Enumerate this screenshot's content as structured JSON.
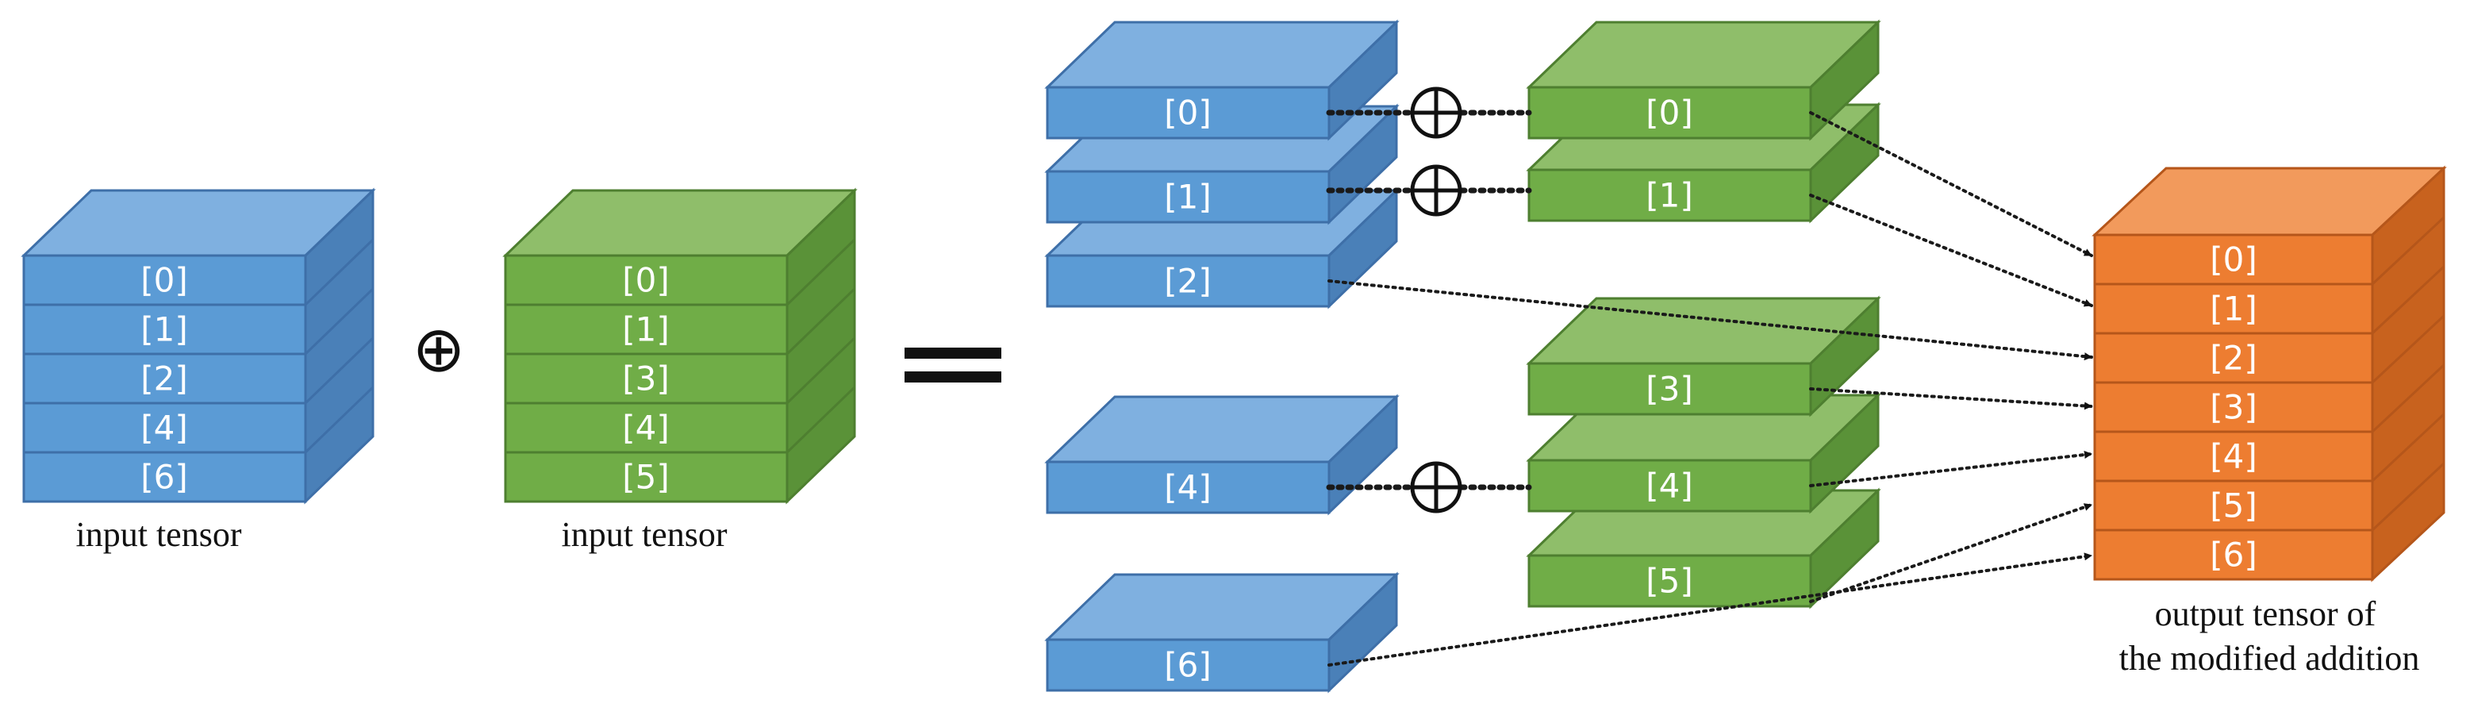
{
  "left_tensor": {
    "caption": "input tensor",
    "labels": [
      "[0]",
      "[1]",
      "[2]",
      "[4]",
      "[6]"
    ]
  },
  "right_tensor": {
    "caption": "input tensor",
    "labels": [
      "[0]",
      "[1]",
      "[3]",
      "[4]",
      "[5]"
    ]
  },
  "operators": {
    "plus": "⊕",
    "equals": "="
  },
  "blue_slices": [
    "[0]",
    "[1]",
    "[2]",
    "[4]",
    "[6]"
  ],
  "green_slices": [
    "[0]",
    "[1]",
    "[3]",
    "[4]",
    "[5]"
  ],
  "output_tensor": {
    "caption_line1": "output tensor  of",
    "caption_line2": "the modified addition",
    "labels": [
      "[0]",
      "[1]",
      "[2]",
      "[3]",
      "[4]",
      "[5]",
      "[6]"
    ]
  },
  "colors": {
    "blue_front": "#5B9BD5",
    "blue_top": "#7FB0E0",
    "blue_side": "#4A80B8",
    "blue_edge": "#3E6FA8",
    "green_front": "#70AD47",
    "green_top": "#8FBE6A",
    "green_side": "#5A9238",
    "green_edge": "#4E7F30",
    "orange_front": "#ED7D31",
    "orange_top": "#F29A5C",
    "orange_side": "#C8621E",
    "orange_edge": "#B5561A"
  }
}
